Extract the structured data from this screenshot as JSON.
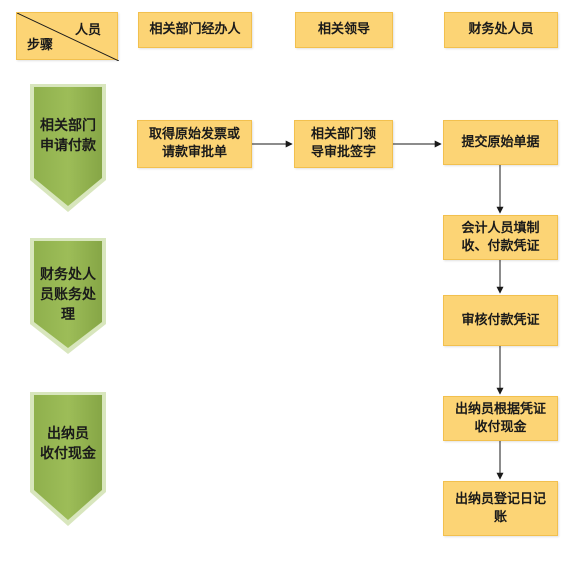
{
  "corner": {
    "column_label": "人员",
    "row_label": "步骤"
  },
  "columns": [
    "相关部门经办人",
    "相关领导",
    "财务处人员"
  ],
  "steps": [
    {
      "lines": [
        "相关部门",
        "申请付款"
      ]
    },
    {
      "lines": [
        "财务处人",
        "员账务处",
        "理"
      ]
    },
    {
      "lines": [
        "出纳员",
        "收付现金"
      ]
    }
  ],
  "nodes": [
    {
      "lines": [
        "取得原始发票或",
        "请款审批单"
      ]
    },
    {
      "lines": [
        "相关部门领",
        "导审批签字"
      ]
    },
    {
      "lines": [
        "提交原始单据"
      ]
    },
    {
      "lines": [
        "会计人员填制",
        "收、付款凭证"
      ]
    },
    {
      "lines": [
        "审核付款凭证"
      ]
    },
    {
      "lines": [
        "出纳员根据凭证",
        "收付现金"
      ]
    },
    {
      "lines": [
        "出纳员登记日记",
        "账"
      ]
    }
  ],
  "colors": {
    "box_fill": "#fcd475",
    "box_border": "#f2c04e",
    "step_fill": "#8fb04d",
    "step_light": "#c9dca0",
    "arrow": "#1a1a1a"
  }
}
